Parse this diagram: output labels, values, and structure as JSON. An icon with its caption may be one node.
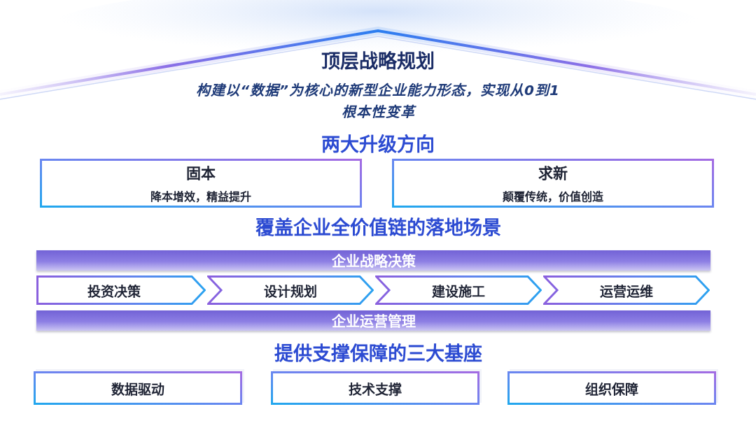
{
  "diagram": {
    "title": "顶层战略规划",
    "nodes": [
      {
        "text": [
          "固本",
          "降本增效，精益提升"
        ]
      },
      {
        "text": [
          "求新",
          "颠覆传统，价值创造"
        ]
      },
      {
        "text": [
          "企业战略决策"
        ]
      },
      {
        "text": [
          "投资决策"
        ]
      },
      {
        "text": [
          "设计规划"
        ]
      },
      {
        "text": [
          "建设施工"
        ]
      },
      {
        "text": [
          "运营运维"
        ]
      },
      {
        "text": [
          "企业运营管理"
        ]
      },
      {
        "text": [
          "数据驱动"
        ]
      },
      {
        "text": [
          "技术支撑"
        ]
      },
      {
        "text": [
          "组织保障"
        ]
      }
    ],
    "labels": [
      "构建以“数据”为核心的新型企业能力形态，实现从0到1根本性变革",
      "两大升级方向",
      "覆盖企业全价值链的落地场景",
      "提供支撑保障的三大基座"
    ]
  }
}
